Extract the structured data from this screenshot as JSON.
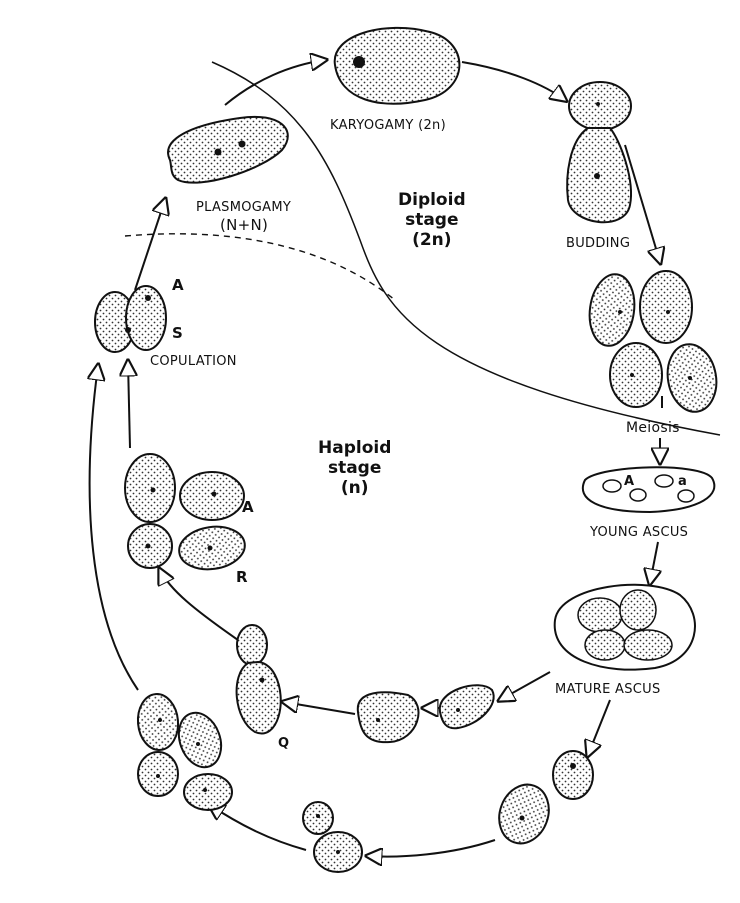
{
  "labels": {
    "karyogamy": "KARYOGAMY (2n)",
    "plasmogamy": "PLASMOGAMY",
    "plasmogamy_formula": "(N+N)",
    "budding": "BUDDING",
    "copulation": "COPULATION",
    "meiosis": "Meiosis",
    "young_ascus": "YOUNG ASCUS",
    "mature_ascus": "MATURE ASCUS"
  },
  "stages": {
    "diploid": [
      "Diploid",
      "stage",
      "(2n)"
    ],
    "haploid": [
      "Haploid",
      "stage",
      "(n)"
    ]
  },
  "letters": {
    "copulation_a": "A",
    "copulation_s": "S",
    "spores_a": "A",
    "spores_r": "R",
    "ascus_a": "A",
    "ascus_b": "a",
    "budding_q": "Q"
  }
}
